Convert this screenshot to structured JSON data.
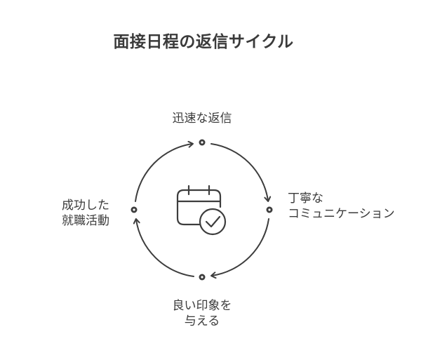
{
  "title": "面接日程の返信サイクル",
  "nodes": {
    "top": {
      "lines": [
        "迅速な返信"
      ]
    },
    "right": {
      "lines": [
        "丁寧な",
        "コミュニケーション"
      ]
    },
    "bottom": {
      "lines": [
        "良い印象を",
        "与える"
      ]
    },
    "left": {
      "lines": [
        "成功した",
        "就職活動"
      ]
    }
  },
  "center_icon": "calendar-check-icon",
  "colors": {
    "stroke": "#3d3d3d",
    "text": "#3b3b3b"
  }
}
